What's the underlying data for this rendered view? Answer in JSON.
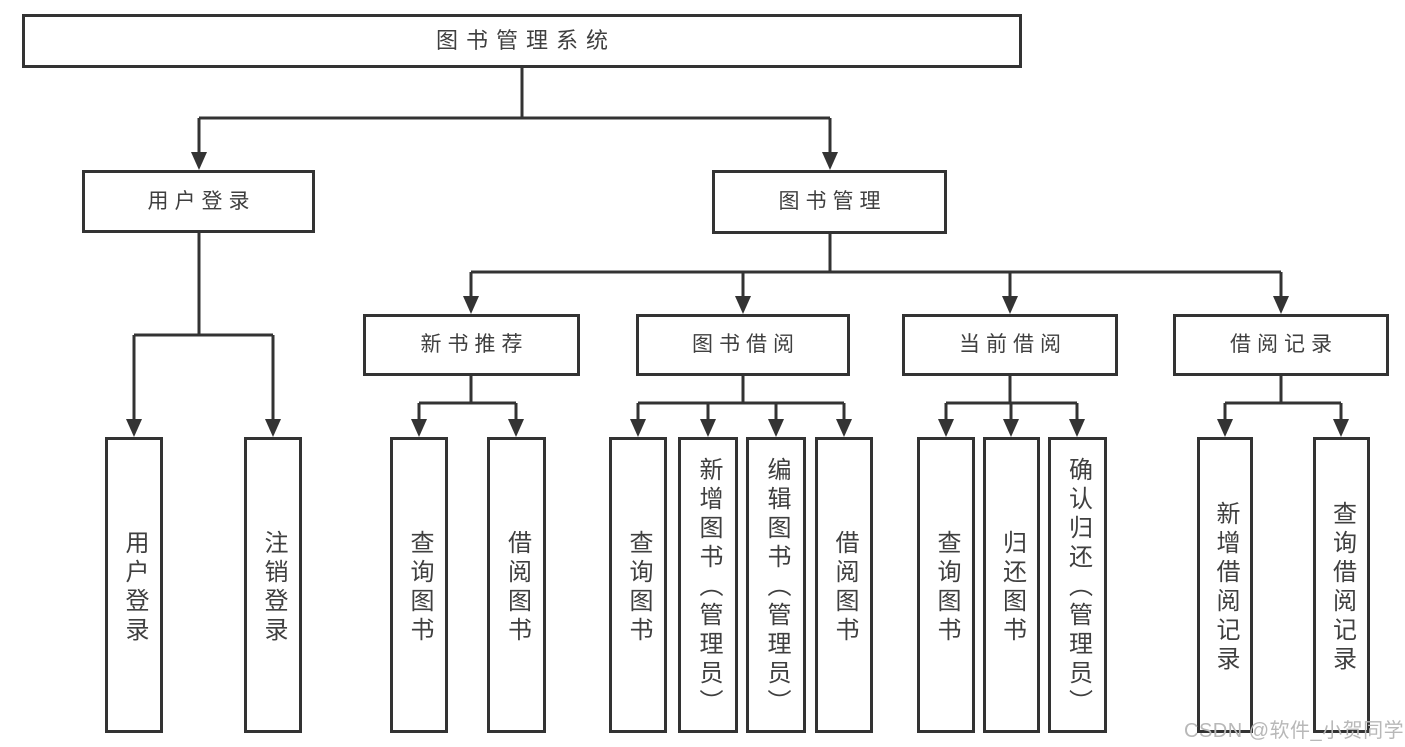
{
  "diagram": {
    "root": {
      "label": "图书管理系统"
    },
    "branches": [
      {
        "label": "用户登录",
        "children": [
          {
            "label": "用户登录"
          },
          {
            "label": "注销登录"
          }
        ]
      },
      {
        "label": "图书管理",
        "children": [
          {
            "label": "新书推荐",
            "children": [
              {
                "label": "查询图书"
              },
              {
                "label": "借阅图书"
              }
            ]
          },
          {
            "label": "图书借阅",
            "children": [
              {
                "label": "查询图书"
              },
              {
                "label": "新增图书（管理员）"
              },
              {
                "label": "编辑图书（管理员）"
              },
              {
                "label": "借阅图书"
              }
            ]
          },
          {
            "label": "当前借阅",
            "children": [
              {
                "label": "查询图书"
              },
              {
                "label": "归还图书"
              },
              {
                "label": "确认归还（管理员）"
              }
            ]
          },
          {
            "label": "借阅记录",
            "children": [
              {
                "label": "新增借阅记录"
              },
              {
                "label": "查询借阅记录"
              }
            ]
          }
        ]
      }
    ]
  },
  "watermark": {
    "text": "CSDN @软件_小贺同学"
  },
  "colors": {
    "line": "#333333",
    "text": "#3f3f3f",
    "watermark": "#b8b8b8",
    "background": "#ffffff"
  }
}
